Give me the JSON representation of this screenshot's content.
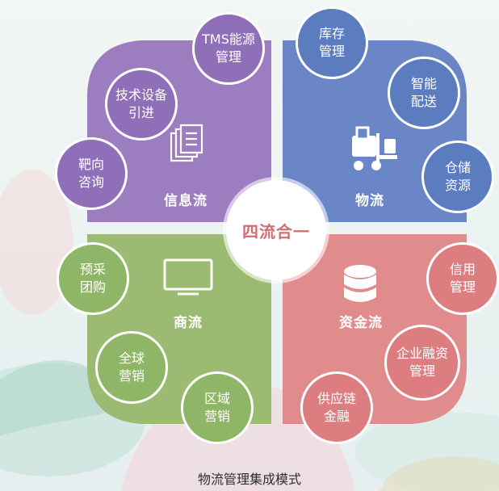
{
  "center": {
    "label": "四流合一"
  },
  "quadrants": [
    {
      "key": "info",
      "label": "信息流",
      "color": "#9c7dc0",
      "icon": "document-stack-icon"
    },
    {
      "key": "logistics",
      "label": "物流",
      "color": "#6a86c7",
      "icon": "forklift-icon"
    },
    {
      "key": "commerce",
      "label": "商流",
      "color": "#9cbb72",
      "icon": "monitor-icon"
    },
    {
      "key": "capital",
      "label": "资金流",
      "color": "#e08c8c",
      "icon": "database-icon"
    }
  ],
  "bubbles": {
    "info": [
      "TMS能源管理",
      "技术设备引进",
      "靶向咨询"
    ],
    "logistics": [
      "库存管理",
      "智能配送",
      "仓储资源"
    ],
    "commerce": [
      "预采团购",
      "全球营销",
      "区域营销"
    ],
    "capital": [
      "信用管理",
      "企业融资管理",
      "供应链金融"
    ]
  },
  "caption": "物流管理集成模式"
}
